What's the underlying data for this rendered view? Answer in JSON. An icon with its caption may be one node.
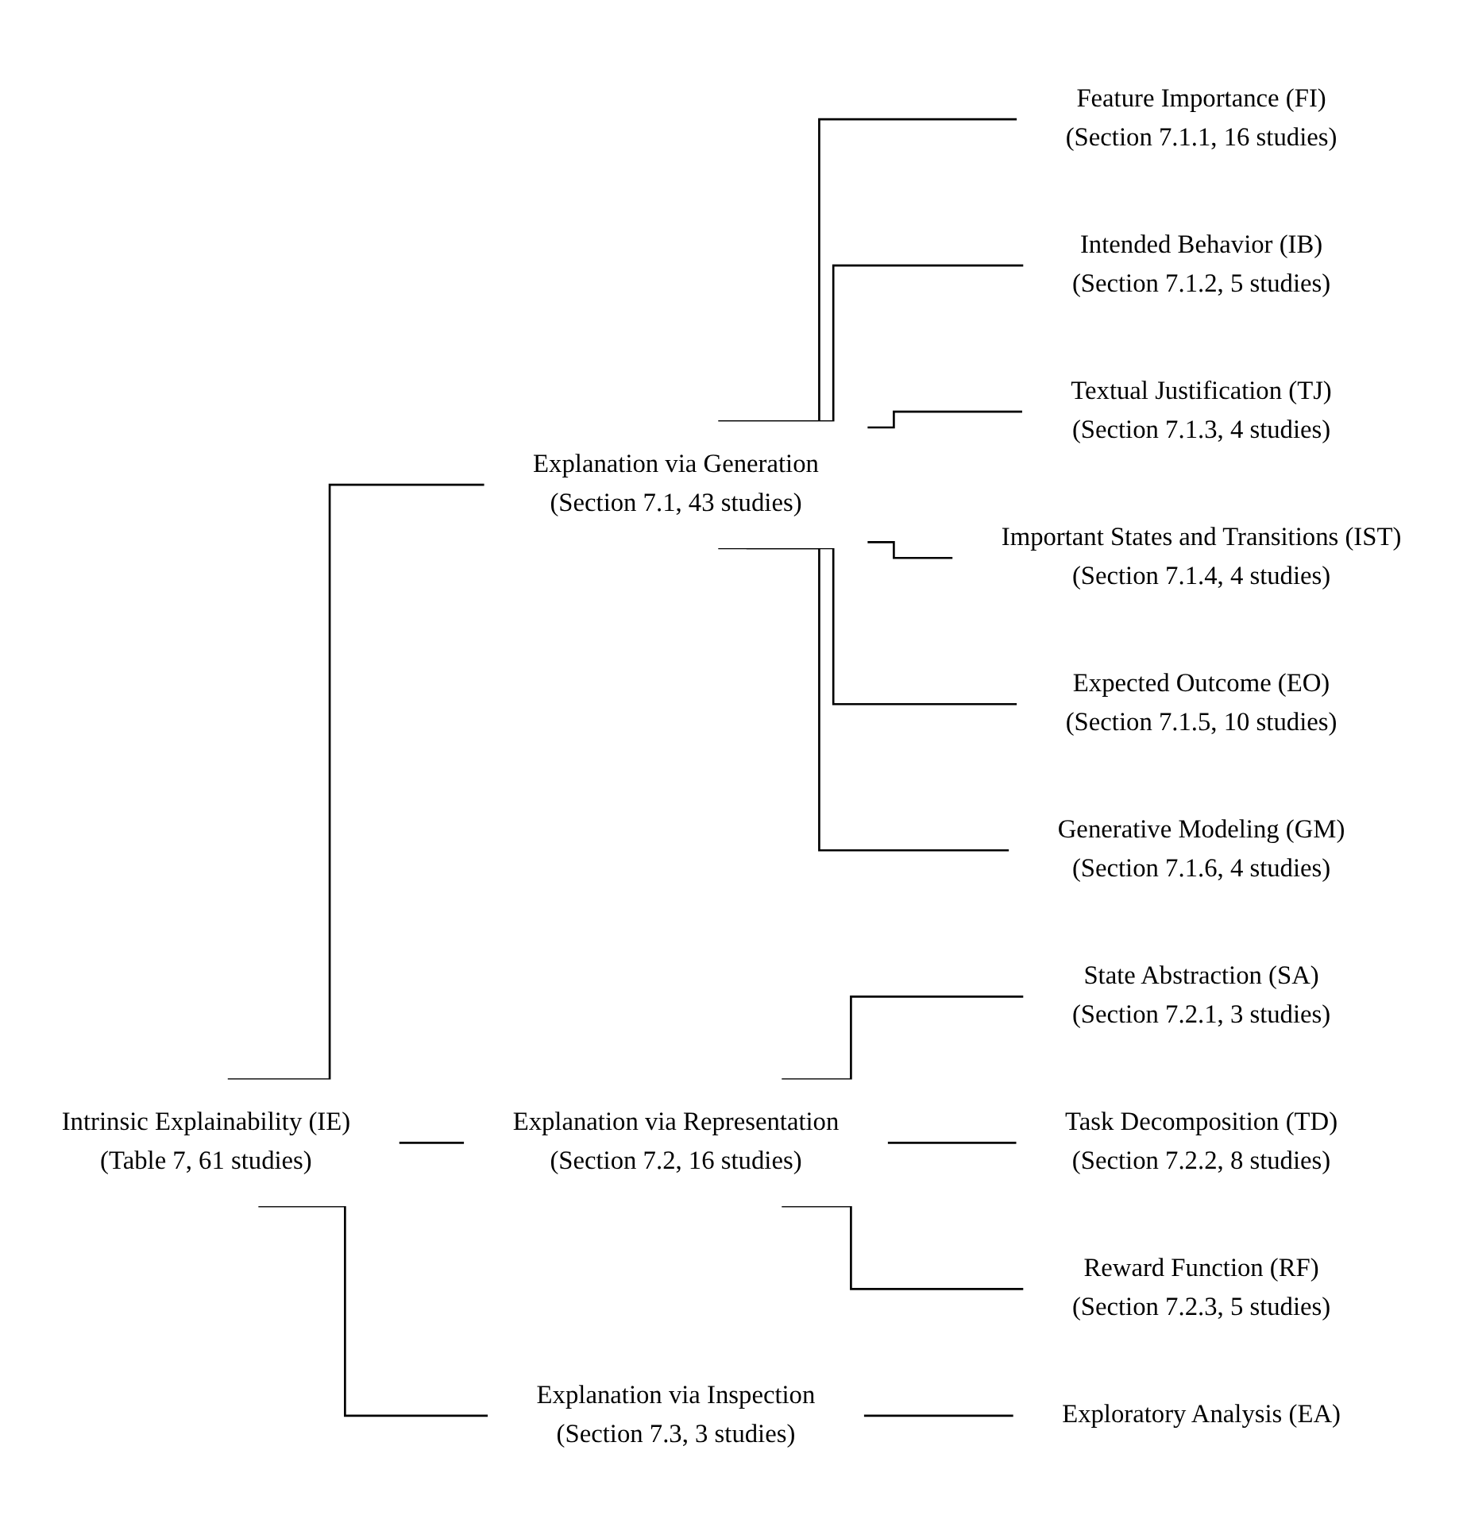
{
  "diagram": {
    "nodes": [
      {
        "text": [
          "Intrinsic Explainability (IE)",
          "(Table 7, 61 studies)"
        ]
      },
      {
        "text": [
          "Explanation via Generation",
          "(Section 7.1, 43 studies)"
        ]
      },
      {
        "text": [
          "Explanation via Representation",
          "(Section 7.2, 16 studies)"
        ]
      },
      {
        "text": [
          "Explanation via Inspection",
          "(Section 7.3, 3 studies)"
        ]
      },
      {
        "text": [
          "Feature Importance (FI)",
          "(Section 7.1.1, 16 studies)"
        ]
      },
      {
        "text": [
          "Intended Behavior (IB)",
          "(Section 7.1.2, 5 studies)"
        ]
      },
      {
        "text": [
          "Textual Justification (TJ)",
          "(Section 7.1.3, 4 studies)"
        ]
      },
      {
        "text": [
          "Important States and Transitions (IST)",
          "(Section 7.1.4, 4 studies)"
        ]
      },
      {
        "text": [
          "Expected Outcome (EO)",
          "(Section 7.1.5, 10 studies)"
        ]
      },
      {
        "text": [
          "Generative Modeling (GM)",
          "(Section 7.1.6, 4 studies)"
        ]
      },
      {
        "text": [
          "State Abstraction (SA)",
          "(Section 7.2.1, 3 studies)"
        ]
      },
      {
        "text": [
          "Task Decomposition (TD)",
          "(Section 7.2.2, 8 studies)"
        ]
      },
      {
        "text": [
          "Reward Function (RF)",
          "(Section 7.2.3, 5 studies)"
        ]
      },
      {
        "text": [
          "Exploratory Analysis (EA)"
        ]
      }
    ],
    "edges": [
      {
        "from": 0,
        "to": 1,
        "arrow": "none"
      },
      {
        "from": 0,
        "to": 2,
        "arrow": "none"
      },
      {
        "from": 0,
        "to": 3,
        "arrow": "none"
      },
      {
        "from": 1,
        "to": 4,
        "arrow": "none"
      },
      {
        "from": 1,
        "to": 5,
        "arrow": "none"
      },
      {
        "from": 1,
        "to": 6,
        "arrow": "none"
      },
      {
        "from": 1,
        "to": 7,
        "arrow": "none"
      },
      {
        "from": 1,
        "to": 8,
        "arrow": "none"
      },
      {
        "from": 1,
        "to": 9,
        "arrow": "none"
      },
      {
        "from": 2,
        "to": 10,
        "arrow": "none"
      },
      {
        "from": 2,
        "to": 11,
        "arrow": "none"
      },
      {
        "from": 2,
        "to": 12,
        "arrow": "none"
      },
      {
        "from": 3,
        "to": 13,
        "arrow": "none"
      }
    ]
  }
}
